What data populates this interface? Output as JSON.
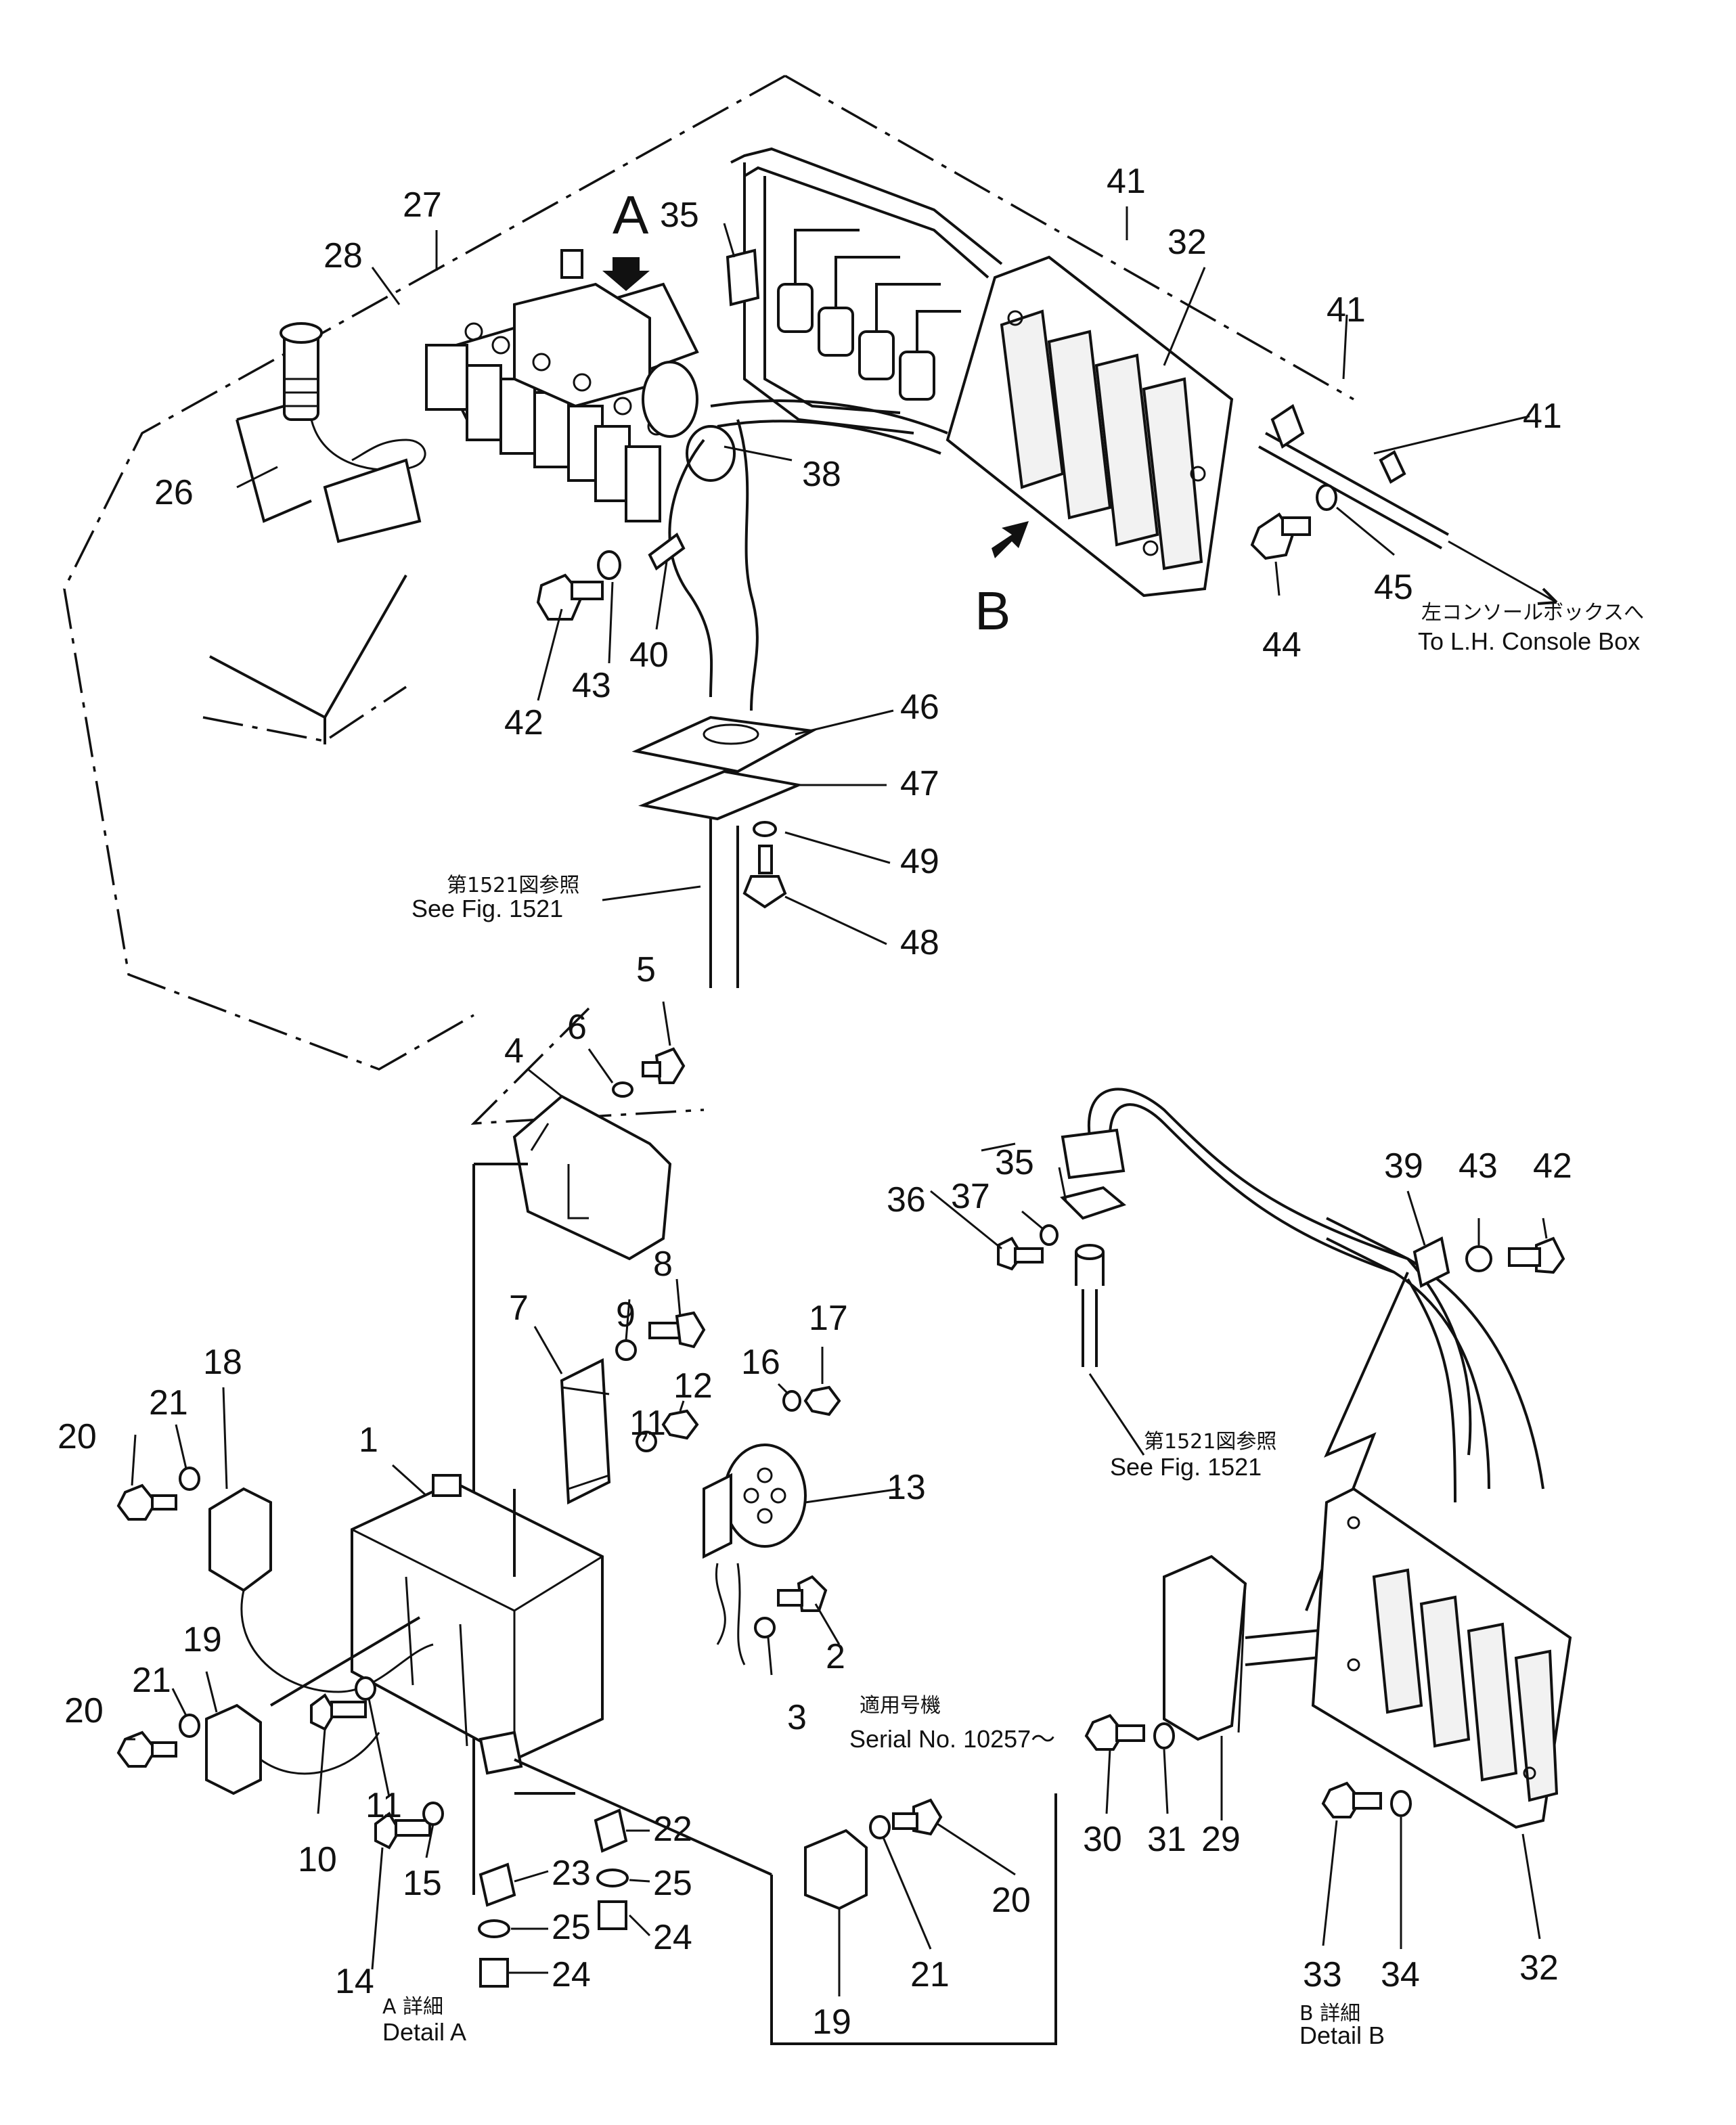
{
  "view_labels": {
    "view_a": "A",
    "view_b": "B"
  },
  "notes": {
    "console_jp": "左コンソールボックスへ",
    "console_en": "To L.H. Console Box",
    "fig_jp_1": "第1521図参照",
    "fig_en_1": "See Fig. 1521",
    "fig_jp_2": "第1521図参照",
    "fig_en_2": "See Fig. 1521",
    "serial_jp": "適用号機",
    "serial_en": "Serial No. 10257～",
    "detail_a_jp": "A 詳細",
    "detail_a_en": "Detail A",
    "detail_b_jp": "B 詳細",
    "detail_b_en": "Detail B"
  },
  "callouts": {
    "c1": "1",
    "c2": "2",
    "c3": "3",
    "c4": "4",
    "c5": "5",
    "c6": "6",
    "c7": "7",
    "c8": "8",
    "c9": "9",
    "c10": "10",
    "c11a": "11",
    "c11b": "11",
    "c12": "12",
    "c13": "13",
    "c14": "14",
    "c15": "15",
    "c16": "16",
    "c17": "17",
    "c18": "18",
    "c19a": "19",
    "c19b": "19",
    "c20a": "20",
    "c20b": "20",
    "c20c": "20",
    "c21a": "21",
    "c21b": "21",
    "c21c": "21",
    "c22": "22",
    "c23": "23",
    "c24a": "24",
    "c24b": "24",
    "c25a": "25",
    "c25b": "25",
    "c26": "26",
    "c27": "27",
    "c28": "28",
    "c29": "29",
    "c30": "30",
    "c31": "31",
    "c32a": "32",
    "c32b": "32",
    "c33": "33",
    "c34": "34",
    "c35a": "35",
    "c35b": "35",
    "c36": "36",
    "c37": "37",
    "c38": "38",
    "c39": "39",
    "c40": "40",
    "c41a": "41",
    "c41b": "41",
    "c41c": "41",
    "c42a": "42",
    "c42b": "42",
    "c43a": "43",
    "c43b": "43",
    "c44": "44",
    "c45": "45",
    "c46": "46",
    "c47": "47",
    "c48": "48",
    "c49": "49"
  }
}
